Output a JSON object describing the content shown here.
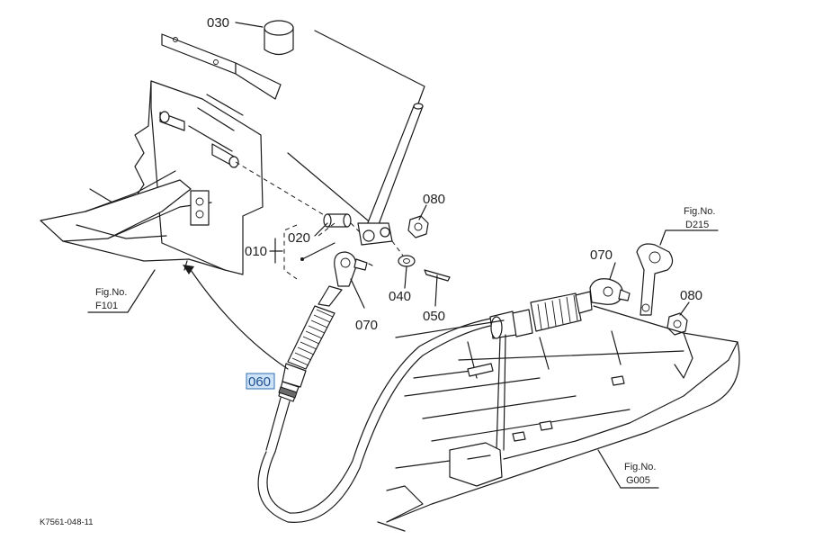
{
  "parts": {
    "p010": "010",
    "p020": "020",
    "p030": "030",
    "p040": "040",
    "p050": "050",
    "p060": "060",
    "p070a": "070",
    "p070b": "070",
    "p080a": "080",
    "p080b": "080"
  },
  "figrefs": {
    "f101": {
      "label": "Fig.No.",
      "code": "F101"
    },
    "d215": {
      "label": "Fig.No.",
      "code": "D215"
    },
    "g005": {
      "label": "Fig.No.",
      "code": "G005"
    }
  },
  "drawing_id": "K7561-048-11",
  "colors": {
    "highlight": "#cfe3f7",
    "highlight_border": "#2d6db5",
    "ink": "#1a1a1a"
  }
}
